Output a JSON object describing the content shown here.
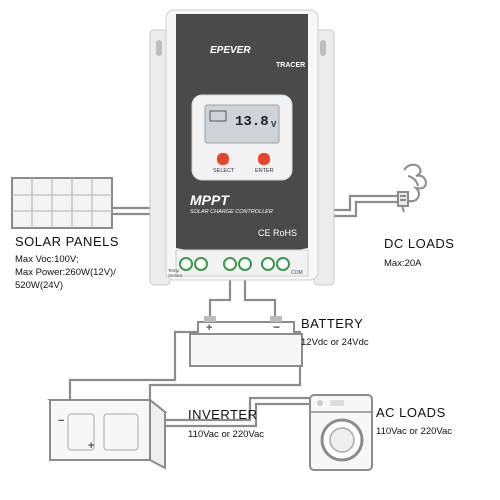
{
  "device": {
    "brand": "EPEVER",
    "model": "TRACER",
    "lcd_reading": "13.8",
    "lcd_unit": "V",
    "select_label": "SELECT",
    "enter_label": "ENTER",
    "mppt_title": "MPPT",
    "subtitle": "SOLAR CHARGE CONTROLLER",
    "cert_marks": "CE RoHS",
    "temp_sensor_label": "Temp Sensor",
    "com_label": "COM"
  },
  "solar": {
    "title": "SOLAR  PANELS",
    "lines": [
      "Max  Voc:100V;",
      "Max  Power:260W(12V)/",
      "520W(24V)"
    ]
  },
  "dc_loads": {
    "title": "DC  LOADS",
    "spec": "Max:20A"
  },
  "battery": {
    "title": "BATTERY",
    "spec": "12Vdc  or  24Vdc"
  },
  "inverter": {
    "title": "INVERTER",
    "spec": "110Vac  or  220Vac"
  },
  "ac_loads": {
    "title": "AC  LOADS",
    "spec": "110Vac  or  220Vac"
  },
  "colors": {
    "wire": "#8c8c8c",
    "panel_dark": "#4a4a4a",
    "button_red": "#e8442a",
    "lcd": "#cdd3d6",
    "terminal_green": "#3a9a4a"
  }
}
